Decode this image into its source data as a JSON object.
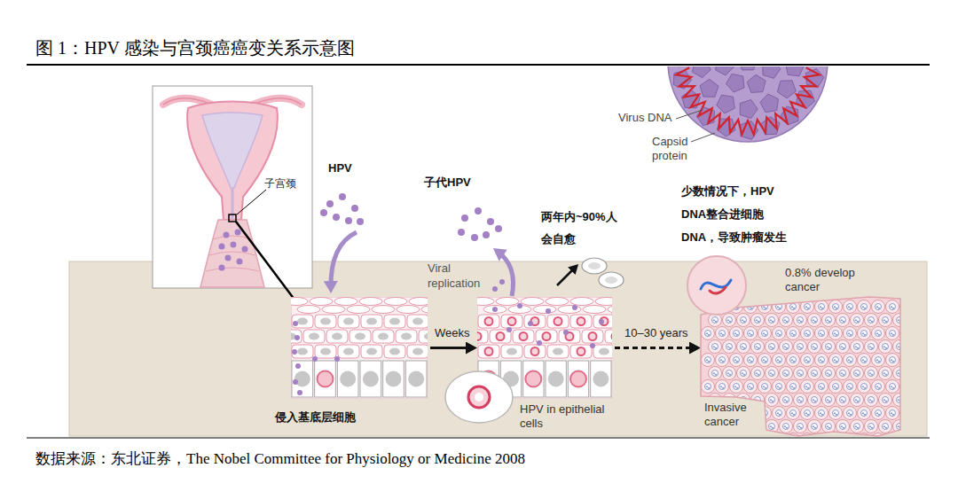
{
  "diagram": {
    "title": "图 1：HPV 感染与宫颈癌癌变关系示意图",
    "caption": "数据来源：东北证券，The Nobel Committee for Physiology or Medicine 2008",
    "nodes": [
      {
        "text": [
          "侵入基底层细胞"
        ]
      },
      {
        "text": [
          "HPV in epithelial cells"
        ]
      },
      {
        "text": [
          "0.8% develop cancer",
          "Invasive cancer"
        ]
      }
    ],
    "edges": [
      {
        "from": 0,
        "to": 1,
        "arrow": "to",
        "label": "Weeks"
      },
      {
        "from": 1,
        "to": 2,
        "arrow": "to",
        "label": "10–30 years"
      }
    ],
    "labels": [
      "Virus DNA",
      "Capsid protein",
      "子宫颈",
      "HPV",
      "子代HPV",
      "两年内~90%人 会自愈",
      "少数情况下，HPV DNA整合进细胞 DNA，导致肿瘤发生",
      "Viral replication"
    ]
  }
}
